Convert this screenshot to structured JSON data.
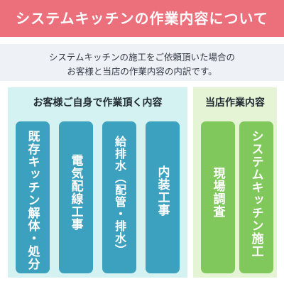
{
  "title": "システムキッチンの作業内容について",
  "intro": {
    "line1": "システムキッチンの施工をご依頼頂いた場合の",
    "line2": "お客様と当店の作業内容の内訳です。"
  },
  "customer_panel": {
    "title": "お客様ご自身で作業頂く内容",
    "items": [
      {
        "label": "既存キッチン解体・処分"
      },
      {
        "label": "電気配線工事"
      },
      {
        "label": "給排水（配管・排水）"
      },
      {
        "label": "内装工事"
      }
    ]
  },
  "shop_panel": {
    "title": "当店作業内容",
    "items": [
      {
        "label": "現場調査"
      },
      {
        "label": "システムキッチン施工"
      }
    ]
  },
  "colors": {
    "title_bar": "#ec6f7c",
    "intro_band": "#eef1f5",
    "customer_panel": "#d3f2f1",
    "customer_pill": "#3ca0bf",
    "shop_panel": "#e4f4d4",
    "shop_pill": "#80c85b"
  }
}
